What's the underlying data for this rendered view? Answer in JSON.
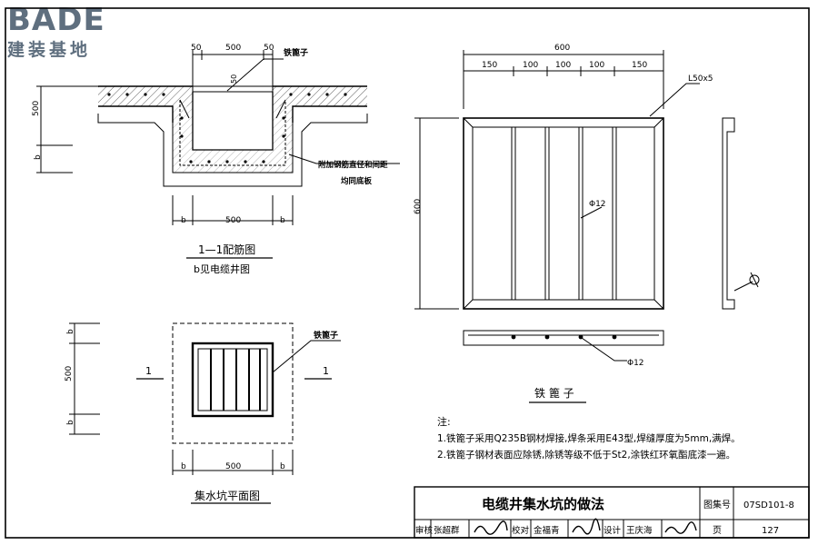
{
  "logo": {
    "brand": "BADE",
    "brand_cn": "建装基地"
  },
  "section": {
    "dim_top": [
      "50",
      "500",
      "50"
    ],
    "dim_side_500": "500",
    "dim_side_b": "b",
    "dim_bottom": [
      "b",
      "500",
      "b"
    ],
    "grate_label": "铁篦子",
    "dim_inner_50": "50",
    "rebar_note_1": "附加钢筋直径和间距",
    "rebar_note_2": "均同底板",
    "title": "1—1配筋图",
    "subtitle": "b见电缆井图"
  },
  "plan": {
    "dim_side": [
      "b",
      "500",
      "b"
    ],
    "dim_bottom": [
      "b",
      "500",
      "b"
    ],
    "cut_mark_left": "1",
    "cut_mark_right": "1",
    "grate_label": "铁篦子",
    "title": "集水坑平面图"
  },
  "grate": {
    "dim_total": "600",
    "dim_segments": [
      "150",
      "100",
      "100",
      "100",
      "150"
    ],
    "angle_label": "L50x5",
    "height_label": "600",
    "bar_label": "Φ12",
    "bar_label_2": "Φ12",
    "title": "铁 篦 子"
  },
  "notes": {
    "heading": "注:",
    "line1": "1.铁篦子采用Q235B钢材焊接,焊条采用E43型,焊缝厚度为5mm,满焊。",
    "line2": "2.铁篦子钢材表面应除锈,除锈等级不低于St2,涂铁红环氧酯底漆一遍。"
  },
  "titleblock": {
    "drawing_title": "电缆井集水坑的做法",
    "atlas_label": "图集号",
    "atlas_no": "07SD101-8",
    "review_label": "审核",
    "reviewer": "张超群",
    "check_label": "校对",
    "checker": "金福青",
    "design_label": "设计",
    "designer": "王庆海",
    "page_label": "页",
    "page_no": "127"
  }
}
